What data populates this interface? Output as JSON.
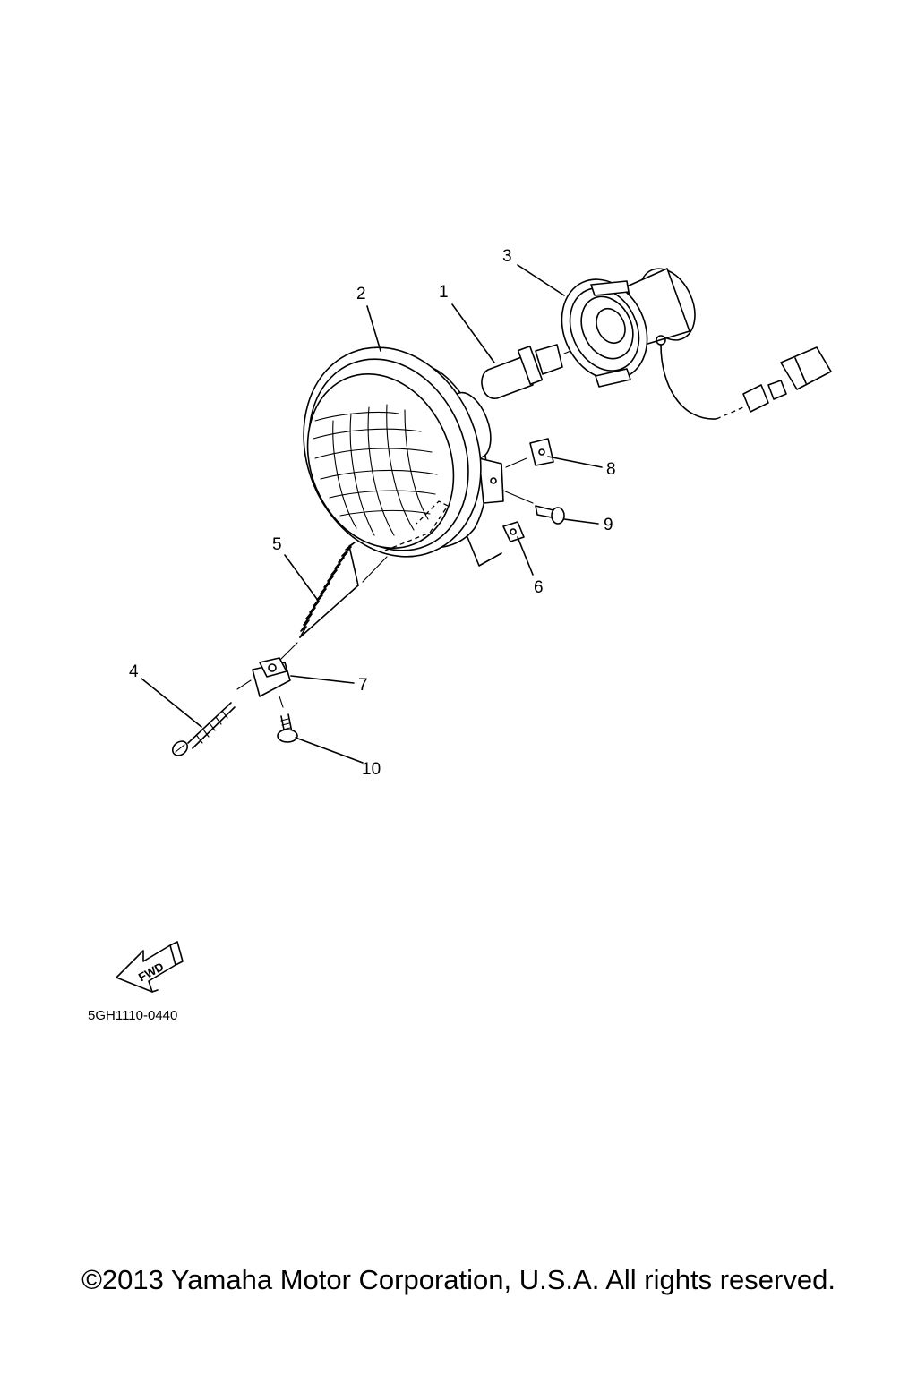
{
  "diagram": {
    "callouts": {
      "p1": "1",
      "p2": "2",
      "p3": "3",
      "p4": "4",
      "p5": "5",
      "p6": "6",
      "p7": "7",
      "p8": "8",
      "p9": "9",
      "p10": "10"
    },
    "fwd_label": "FWD",
    "figure_code": "5GH1110-0440"
  },
  "footer": {
    "copyright": "©2013 Yamaha Motor Corporation, U.S.A. All rights reserved."
  }
}
